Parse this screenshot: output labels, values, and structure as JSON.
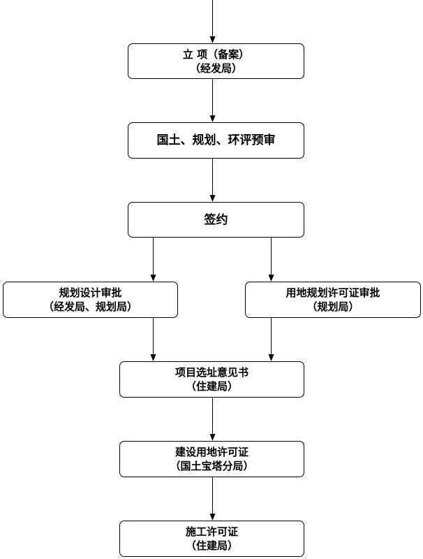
{
  "nodes": {
    "n1": {
      "line1": "立 项（备案）",
      "line2": "（经发局）"
    },
    "n2": {
      "line1": "国土、规划、环评预审"
    },
    "n3": {
      "line1": "签约"
    },
    "n4": {
      "line1": "规划设计审批",
      "line2": "（经发局、规划局）"
    },
    "n5": {
      "line1": "用地规划许可证审批",
      "line2": "（规划局）"
    },
    "n6": {
      "line1": "项目选址意见书",
      "line2": "（住建局）"
    },
    "n7": {
      "line1": "建设用地许可证",
      "line2": "（国土宝塔分局）"
    },
    "n8": {
      "line1": "施工许可证",
      "line2": "（住建局）"
    }
  },
  "edges": [
    [
      "start",
      "n1"
    ],
    [
      "n1",
      "n2"
    ],
    [
      "n2",
      "n3"
    ],
    [
      "n3",
      "n4"
    ],
    [
      "n3",
      "n5"
    ],
    [
      "n4",
      "n6"
    ],
    [
      "n5",
      "n6"
    ],
    [
      "n6",
      "n7"
    ],
    [
      "n7",
      "n8"
    ]
  ]
}
